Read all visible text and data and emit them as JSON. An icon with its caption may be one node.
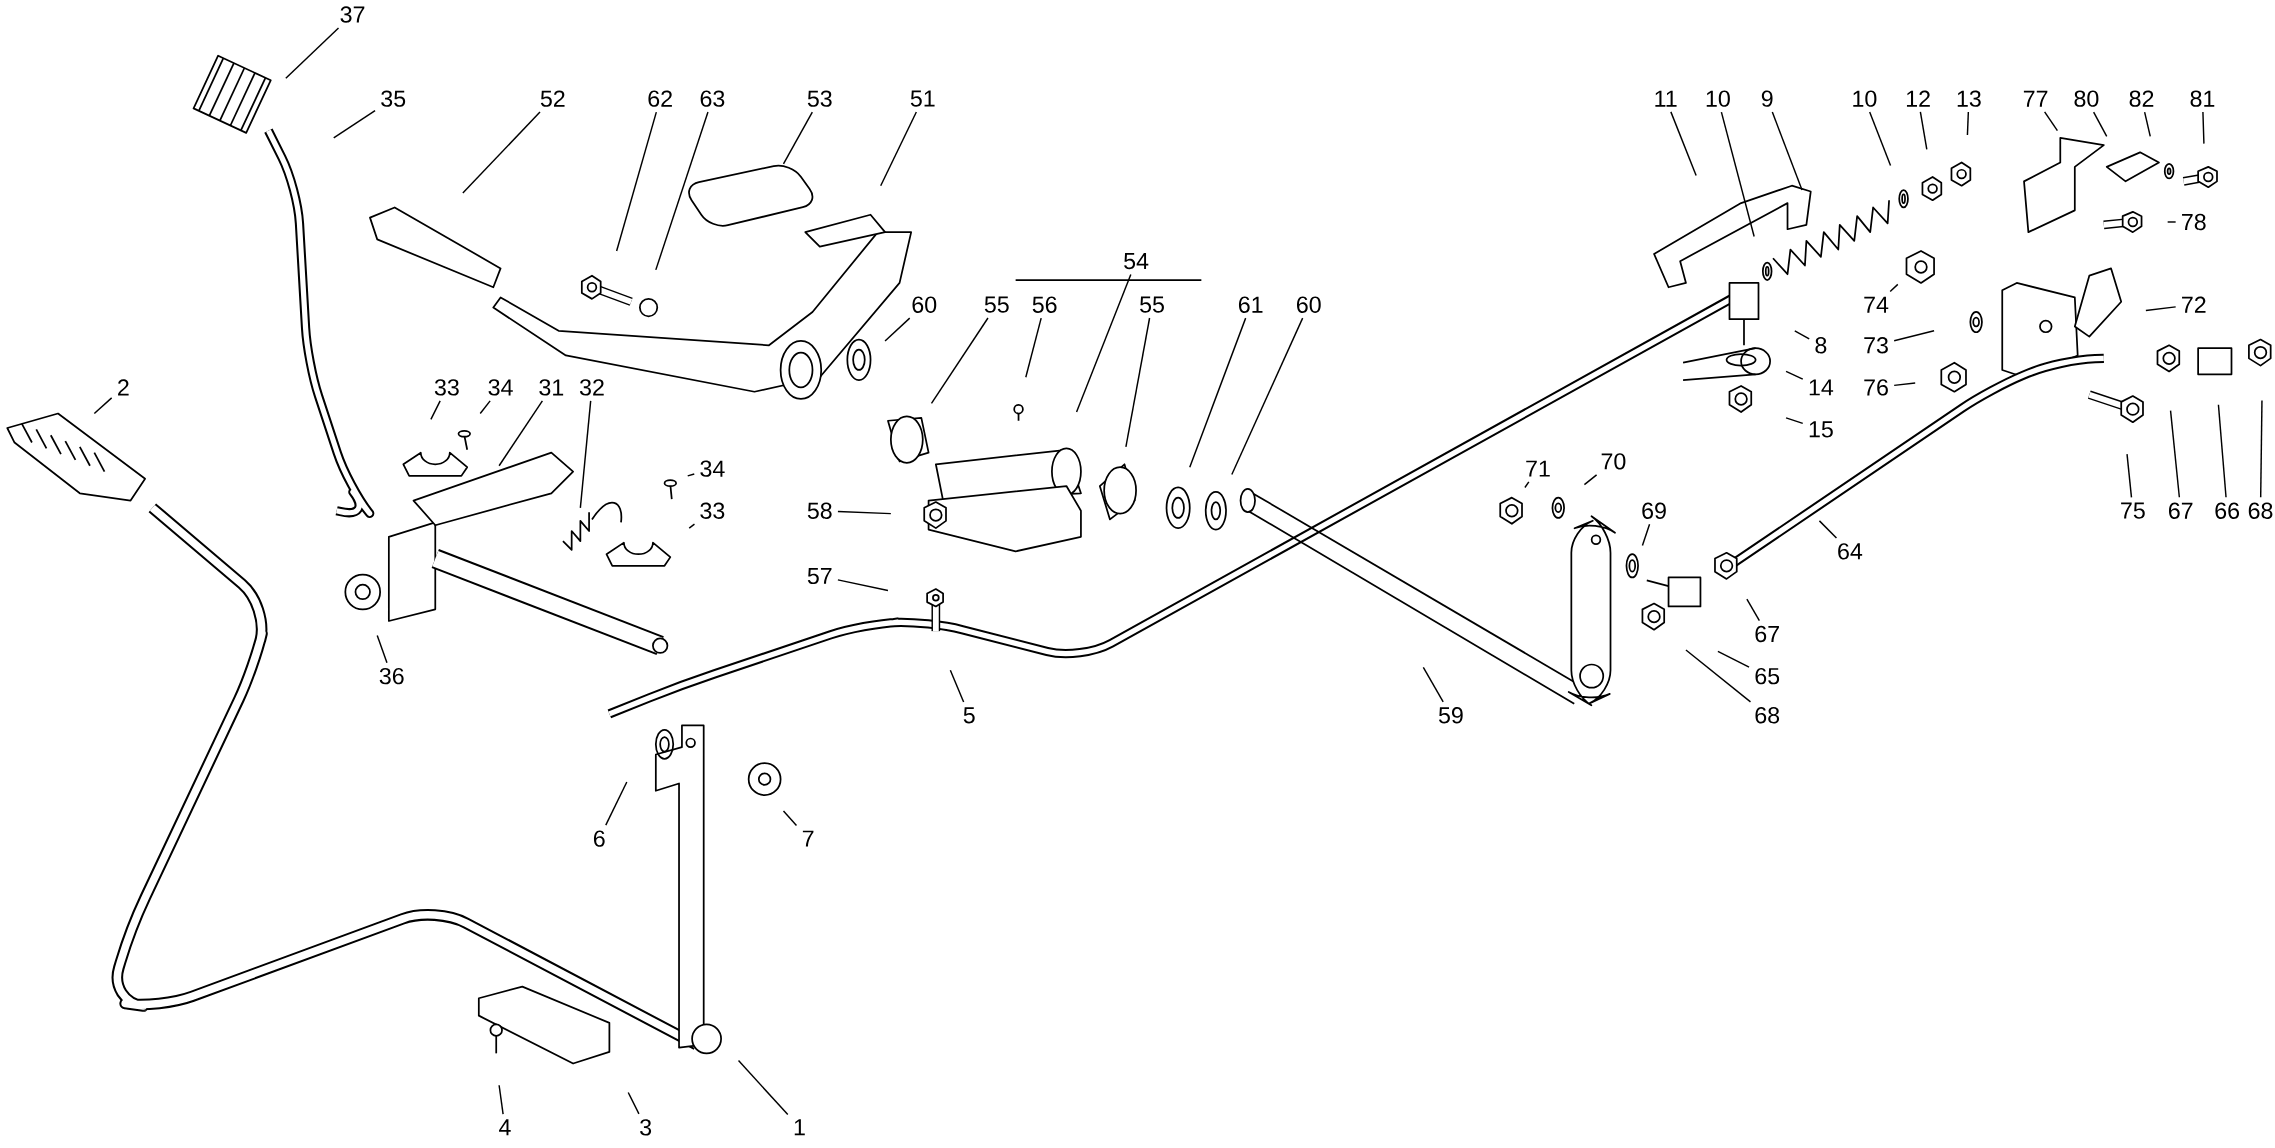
{
  "diagram": {
    "nodes": [
      {
        "text": [
          "37"
        ]
      },
      {
        "text": [
          "35"
        ]
      },
      {
        "text": [
          "52"
        ]
      },
      {
        "text": [
          "62"
        ]
      },
      {
        "text": [
          "63"
        ]
      },
      {
        "text": [
          "53"
        ]
      },
      {
        "text": [
          "51"
        ]
      },
      {
        "text": [
          "11"
        ]
      },
      {
        "text": [
          "10"
        ]
      },
      {
        "text": [
          "9"
        ]
      },
      {
        "text": [
          "10"
        ]
      },
      {
        "text": [
          "12"
        ]
      },
      {
        "text": [
          "13"
        ]
      },
      {
        "text": [
          "77"
        ]
      },
      {
        "text": [
          "80"
        ]
      },
      {
        "text": [
          "82"
        ]
      },
      {
        "text": [
          "81"
        ]
      },
      {
        "text": [
          "78"
        ]
      },
      {
        "text": [
          "54"
        ]
      },
      {
        "text": [
          "60"
        ]
      },
      {
        "text": [
          "55"
        ]
      },
      {
        "text": [
          "56"
        ]
      },
      {
        "text": [
          "55"
        ]
      },
      {
        "text": [
          "61"
        ]
      },
      {
        "text": [
          "60"
        ]
      },
      {
        "text": [
          "72"
        ]
      },
      {
        "text": [
          "74"
        ]
      },
      {
        "text": [
          "8"
        ]
      },
      {
        "text": [
          "73"
        ]
      },
      {
        "text": [
          "14"
        ]
      },
      {
        "text": [
          "2"
        ]
      },
      {
        "text": [
          "33"
        ]
      },
      {
        "text": [
          "34"
        ]
      },
      {
        "text": [
          "31"
        ]
      },
      {
        "text": [
          "32"
        ]
      },
      {
        "text": [
          "76"
        ]
      },
      {
        "text": [
          "15"
        ]
      },
      {
        "text": [
          "34"
        ]
      },
      {
        "text": [
          "71"
        ]
      },
      {
        "text": [
          "70"
        ]
      },
      {
        "text": [
          "58"
        ]
      },
      {
        "text": [
          "33"
        ]
      },
      {
        "text": [
          "69"
        ]
      },
      {
        "text": [
          "75"
        ]
      },
      {
        "text": [
          "67"
        ]
      },
      {
        "text": [
          "66"
        ]
      },
      {
        "text": [
          "68"
        ]
      },
      {
        "text": [
          "57"
        ]
      },
      {
        "text": [
          "64"
        ]
      },
      {
        "text": [
          "67"
        ]
      },
      {
        "text": [
          "36"
        ]
      },
      {
        "text": [
          "65"
        ]
      },
      {
        "text": [
          "5"
        ]
      },
      {
        "text": [
          "59"
        ]
      },
      {
        "text": [
          "68"
        ]
      },
      {
        "text": [
          "6"
        ]
      },
      {
        "text": [
          "7"
        ]
      },
      {
        "text": [
          "4"
        ]
      },
      {
        "text": [
          "3"
        ]
      },
      {
        "text": [
          "1"
        ]
      }
    ],
    "edges": [
      {
        "from": 0,
        "to": null,
        "arrow": "none"
      },
      {
        "from": 1,
        "to": null,
        "arrow": "none"
      },
      {
        "from": 2,
        "to": null,
        "arrow": "none"
      },
      {
        "from": 3,
        "to": null,
        "arrow": "none"
      },
      {
        "from": 4,
        "to": null,
        "arrow": "none"
      },
      {
        "from": 5,
        "to": null,
        "arrow": "none"
      },
      {
        "from": 6,
        "to": null,
        "arrow": "none"
      },
      {
        "from": 7,
        "to": null,
        "arrow": "none"
      },
      {
        "from": 8,
        "to": null,
        "arrow": "none"
      },
      {
        "from": 9,
        "to": null,
        "arrow": "none"
      },
      {
        "from": 10,
        "to": null,
        "arrow": "none"
      },
      {
        "from": 11,
        "to": null,
        "arrow": "none"
      },
      {
        "from": 12,
        "to": null,
        "arrow": "none"
      },
      {
        "from": 13,
        "to": null,
        "arrow": "none"
      },
      {
        "from": 14,
        "to": null,
        "arrow": "none"
      },
      {
        "from": 15,
        "to": null,
        "arrow": "none"
      },
      {
        "from": 16,
        "to": null,
        "arrow": "none"
      },
      {
        "from": 17,
        "to": null,
        "arrow": "none"
      },
      {
        "from": 18,
        "to": null,
        "arrow": "none"
      },
      {
        "from": 19,
        "to": null,
        "arrow": "none"
      },
      {
        "from": 20,
        "to": null,
        "arrow": "none"
      },
      {
        "from": 21,
        "to": null,
        "arrow": "none"
      },
      {
        "from": 22,
        "to": null,
        "arrow": "none"
      },
      {
        "from": 23,
        "to": null,
        "arrow": "none"
      },
      {
        "from": 24,
        "to": null,
        "arrow": "none"
      },
      {
        "from": 25,
        "to": null,
        "arrow": "none"
      },
      {
        "from": 26,
        "to": null,
        "arrow": "none"
      },
      {
        "from": 27,
        "to": null,
        "arrow": "none"
      },
      {
        "from": 28,
        "to": null,
        "arrow": "none"
      },
      {
        "from": 29,
        "to": null,
        "arrow": "none"
      },
      {
        "from": 30,
        "to": null,
        "arrow": "none"
      },
      {
        "from": 31,
        "to": null,
        "arrow": "none"
      },
      {
        "from": 32,
        "to": null,
        "arrow": "none"
      },
      {
        "from": 33,
        "to": null,
        "arrow": "none"
      },
      {
        "from": 34,
        "to": null,
        "arrow": "none"
      },
      {
        "from": 35,
        "to": null,
        "arrow": "none"
      },
      {
        "from": 36,
        "to": null,
        "arrow": "none"
      },
      {
        "from": 37,
        "to": null,
        "arrow": "none"
      },
      {
        "from": 38,
        "to": null,
        "arrow": "none"
      },
      {
        "from": 39,
        "to": null,
        "arrow": "none"
      },
      {
        "from": 40,
        "to": null,
        "arrow": "none"
      },
      {
        "from": 41,
        "to": null,
        "arrow": "none"
      },
      {
        "from": 42,
        "to": null,
        "arrow": "none"
      },
      {
        "from": 43,
        "to": null,
        "arrow": "none"
      },
      {
        "from": 44,
        "to": null,
        "arrow": "none"
      },
      {
        "from": 45,
        "to": null,
        "arrow": "none"
      },
      {
        "from": 46,
        "to": null,
        "arrow": "none"
      },
      {
        "from": 47,
        "to": null,
        "arrow": "none"
      },
      {
        "from": 48,
        "to": null,
        "arrow": "none"
      },
      {
        "from": 49,
        "to": null,
        "arrow": "none"
      },
      {
        "from": 50,
        "to": null,
        "arrow": "none"
      },
      {
        "from": 51,
        "to": null,
        "arrow": "none"
      },
      {
        "from": 52,
        "to": null,
        "arrow": "none"
      },
      {
        "from": 53,
        "to": null,
        "arrow": "none"
      },
      {
        "from": 54,
        "to": null,
        "arrow": "none"
      },
      {
        "from": 55,
        "to": null,
        "arrow": "none"
      },
      {
        "from": 56,
        "to": null,
        "arrow": "none"
      },
      {
        "from": 57,
        "to": null,
        "arrow": "none"
      },
      {
        "from": 58,
        "to": null,
        "arrow": "none"
      },
      {
        "from": 59,
        "to": null,
        "arrow": "none"
      }
    ]
  }
}
